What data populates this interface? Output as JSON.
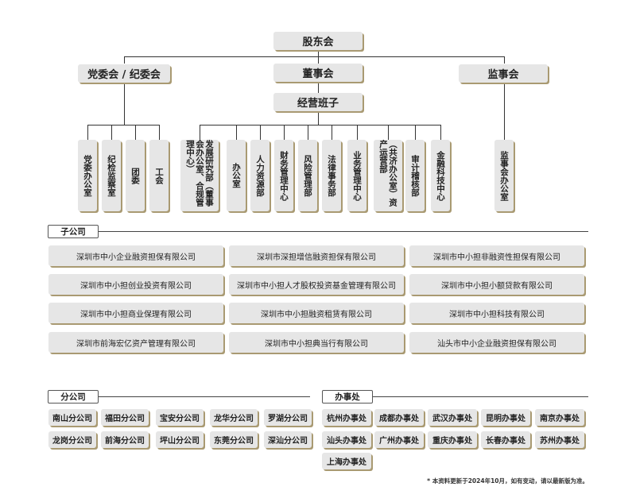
{
  "top": {
    "shareholders": "股东会",
    "party": "党委会 / 纪委会",
    "board": "董事会",
    "supervisors": "监事会",
    "management": "经营班子"
  },
  "party_depts": [
    "党委办公室",
    "纪检监察室",
    "团委",
    "工会"
  ],
  "mgmt_depts": [
    "发展研究部（董事会办公室、合规管理中心）",
    "办公室",
    "人力资源部",
    "财务管理中心",
    "风险管理部",
    "法律事务部",
    "业务管理中心",
    "（共济办公室）资产运营部",
    "审计稽核部",
    "金融科技中心"
  ],
  "supervisor_dept": "监事会办公室",
  "subsidiaries": {
    "title": "子公司",
    "items": [
      "深圳市中小企业融资担保有限公司",
      "深圳市深担增信融资担保有限公司",
      "深圳市中小担非融资性担保有限公司",
      "深圳市中小担创业投资有限公司",
      "深圳市中小担人才股权投资基金管理有限公司",
      "深圳市中小担小额贷款有限公司",
      "深圳市中小担商业保理有限公司",
      "深圳市中小担融资租赁有限公司",
      "深圳市中小担科技有限公司",
      "深圳市前海宏亿资产管理有限公司",
      "深圳市中小担典当行有限公司",
      "汕头市中小企业融资担保有限公司"
    ]
  },
  "branches": {
    "title": "分公司",
    "items": [
      "南山分公司",
      "福田分公司",
      "宝安分公司",
      "龙华分公司",
      "罗湖分公司",
      "龙岗分公司",
      "前海分公司",
      "坪山分公司",
      "东莞分公司",
      "深汕分公司"
    ]
  },
  "offices": {
    "title": "办事处",
    "items": [
      "杭州办事处",
      "成都办事处",
      "武汉办事处",
      "昆明办事处",
      "南京办事处",
      "汕头办事处",
      "广州办事处",
      "重庆办事处",
      "长春办事处",
      "苏州办事处",
      "上海办事处"
    ]
  },
  "footnote": "* 本资料更新于2024年10月，如有变动，请以最新版为准。",
  "colors": {
    "box": "#e6e6e6",
    "shadow": "#a99a72",
    "line": "#333333"
  }
}
